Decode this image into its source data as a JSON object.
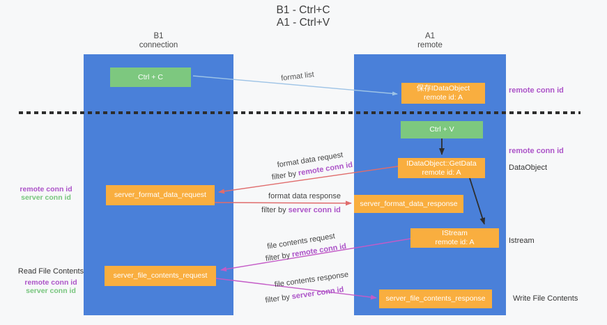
{
  "title": {
    "line1": "B1 - Ctrl+C",
    "line2": "A1 - Ctrl+V"
  },
  "lanes": {
    "left": {
      "header_line1": "B1",
      "header_line2": "connection"
    },
    "right": {
      "header_line1": "A1",
      "header_line2": "remote"
    }
  },
  "nodes": {
    "ctrl_c": {
      "label": "Ctrl + C"
    },
    "save_idataobject": {
      "line1": "保存IDataObject",
      "line2": "remote id: A"
    },
    "ctrl_v": {
      "label": "Ctrl + V"
    },
    "getdata": {
      "line1": "IDataObject::GetData",
      "line2": "remote id: A"
    },
    "format_request": {
      "label": "server_format_data_request"
    },
    "format_response": {
      "label": "server_format_data_response"
    },
    "istream": {
      "line1": "IStream",
      "line2": "remote id: A"
    },
    "file_request": {
      "label": "server_file_contents_request"
    },
    "file_response": {
      "label": "server_file_contents_response"
    }
  },
  "edge_labels": {
    "format_list": "format list",
    "format_data_request": "format data request",
    "format_data_response": "format data response",
    "file_contents_request": "file contents request",
    "file_contents_response": "file contents response",
    "filter_prefix": "filter by ",
    "remote_conn_id": "remote conn id",
    "server_conn_id": "server conn id"
  },
  "side_labels": {
    "right_remote_conn_id_top": "remote conn id",
    "right_remote_conn_id_mid": "remote conn id",
    "dataobject": "DataObject",
    "istream": "Istream",
    "write_file_contents": "Write File Contents",
    "read_file_contents": "Read File Contents",
    "left_remote_conn_id_1": "remote conn id",
    "left_server_conn_id_1": "server conn id",
    "left_remote_conn_id_2": "remote conn id",
    "left_server_conn_id_2": "server conn id"
  },
  "colors": {
    "background": "#f7f8f9",
    "lane_blue": "#4a80d9",
    "green_box": "#7dc87f",
    "orange_box": "#f9ae3f",
    "purple_text": "#ac54c8",
    "green_text": "#77c57d",
    "arrow_blue": "#9dc3e6",
    "arrow_red": "#e06c6c",
    "arrow_magenta": "#c45bc7",
    "arrow_black": "#2e2e2e",
    "dash_line": "#2d2d2d"
  }
}
